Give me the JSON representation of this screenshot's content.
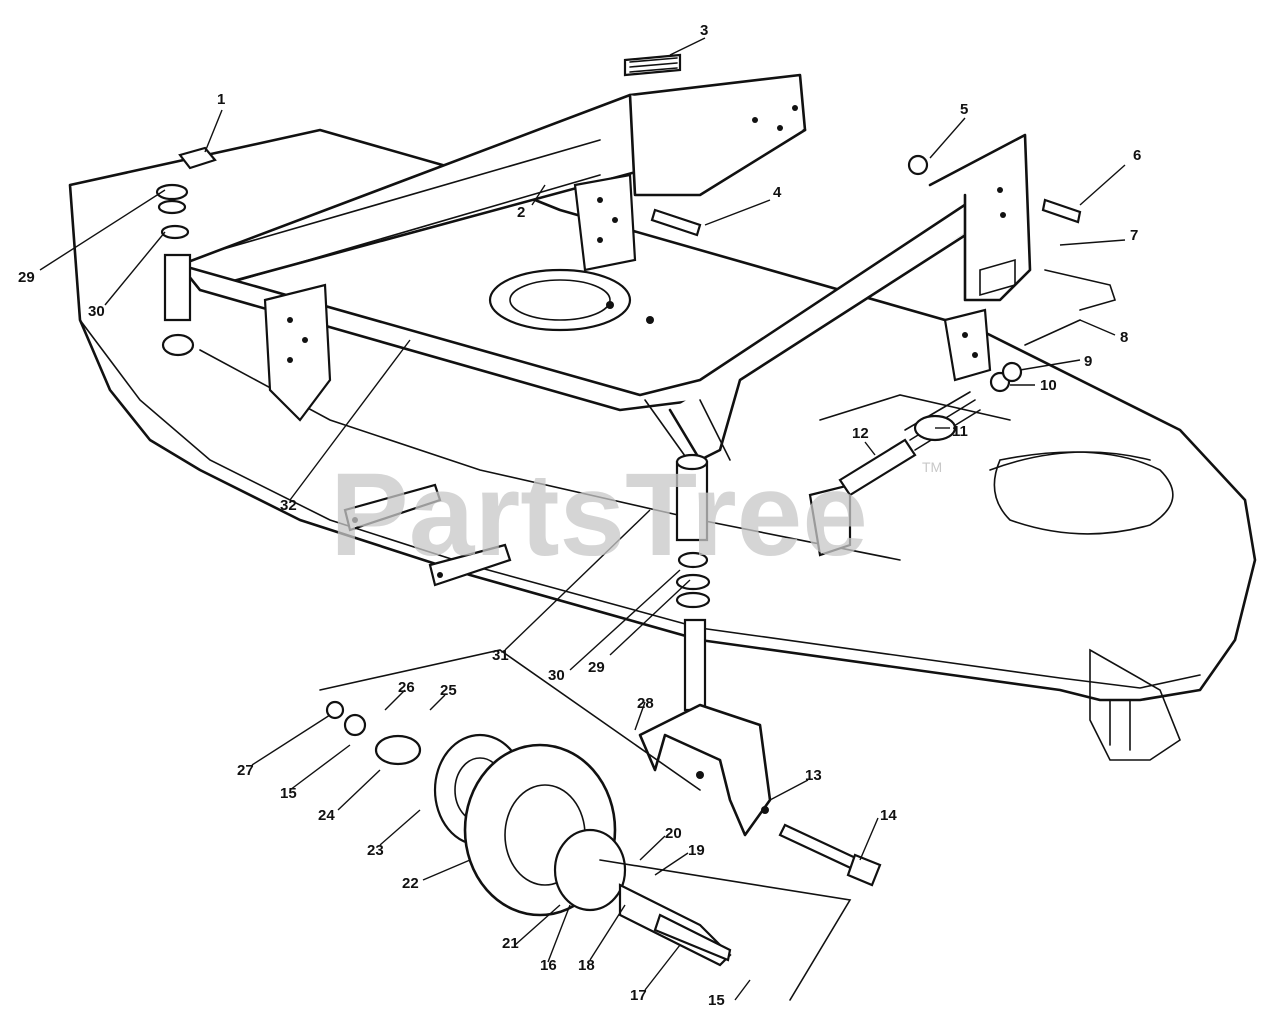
{
  "watermark": {
    "text": "PartsTree",
    "trademark": "TM"
  },
  "callouts": [
    {
      "label": "1"
    },
    {
      "label": "2"
    },
    {
      "label": "3"
    },
    {
      "label": "4"
    },
    {
      "label": "5"
    },
    {
      "label": "6"
    },
    {
      "label": "7"
    },
    {
      "label": "8"
    },
    {
      "label": "9"
    },
    {
      "label": "10"
    },
    {
      "label": "11"
    },
    {
      "label": "12"
    },
    {
      "label": "13"
    },
    {
      "label": "14"
    },
    {
      "label": "15"
    },
    {
      "label": "15"
    },
    {
      "label": "16"
    },
    {
      "label": "17"
    },
    {
      "label": "18"
    },
    {
      "label": "19"
    },
    {
      "label": "20"
    },
    {
      "label": "21"
    },
    {
      "label": "22"
    },
    {
      "label": "23"
    },
    {
      "label": "24"
    },
    {
      "label": "25"
    },
    {
      "label": "26"
    },
    {
      "label": "27"
    },
    {
      "label": "28"
    },
    {
      "label": "29"
    },
    {
      "label": "29"
    },
    {
      "label": "30"
    },
    {
      "label": "30"
    },
    {
      "label": "31"
    },
    {
      "label": "32"
    }
  ],
  "colors": {
    "ink": "#111111",
    "paper": "#ffffff",
    "watermark": "#c8c8c8"
  }
}
